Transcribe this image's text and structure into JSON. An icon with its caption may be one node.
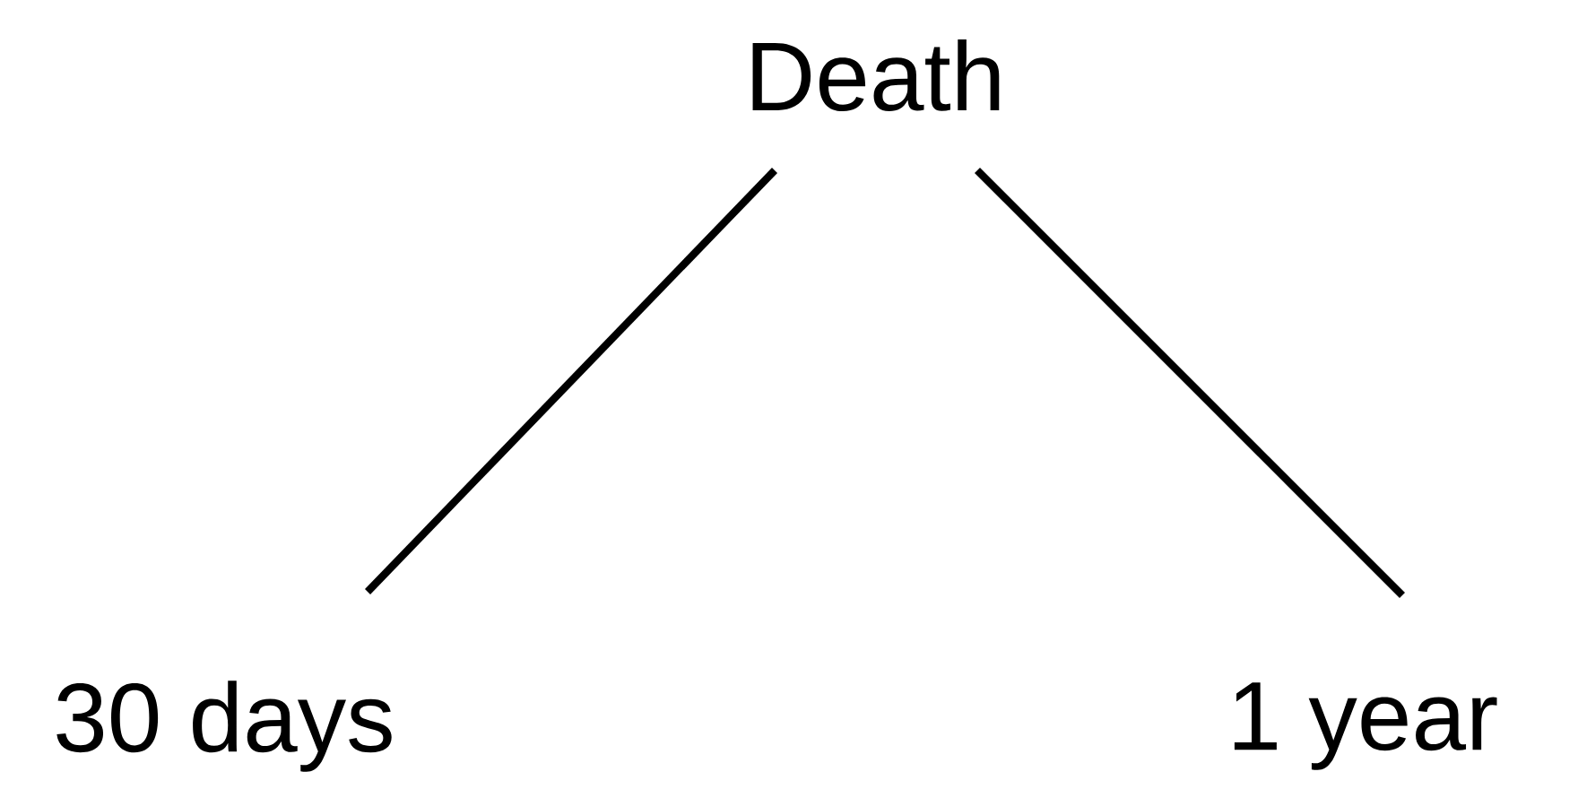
{
  "diagram": {
    "nodes": [
      {
        "text": [
          "Death"
        ]
      },
      {
        "text": [
          "30 days"
        ]
      },
      {
        "text": [
          "1 year"
        ]
      }
    ],
    "edges": [
      {
        "from": 0,
        "to": 1,
        "arrow": "none"
      },
      {
        "from": 0,
        "to": 2,
        "arrow": "none"
      }
    ]
  }
}
